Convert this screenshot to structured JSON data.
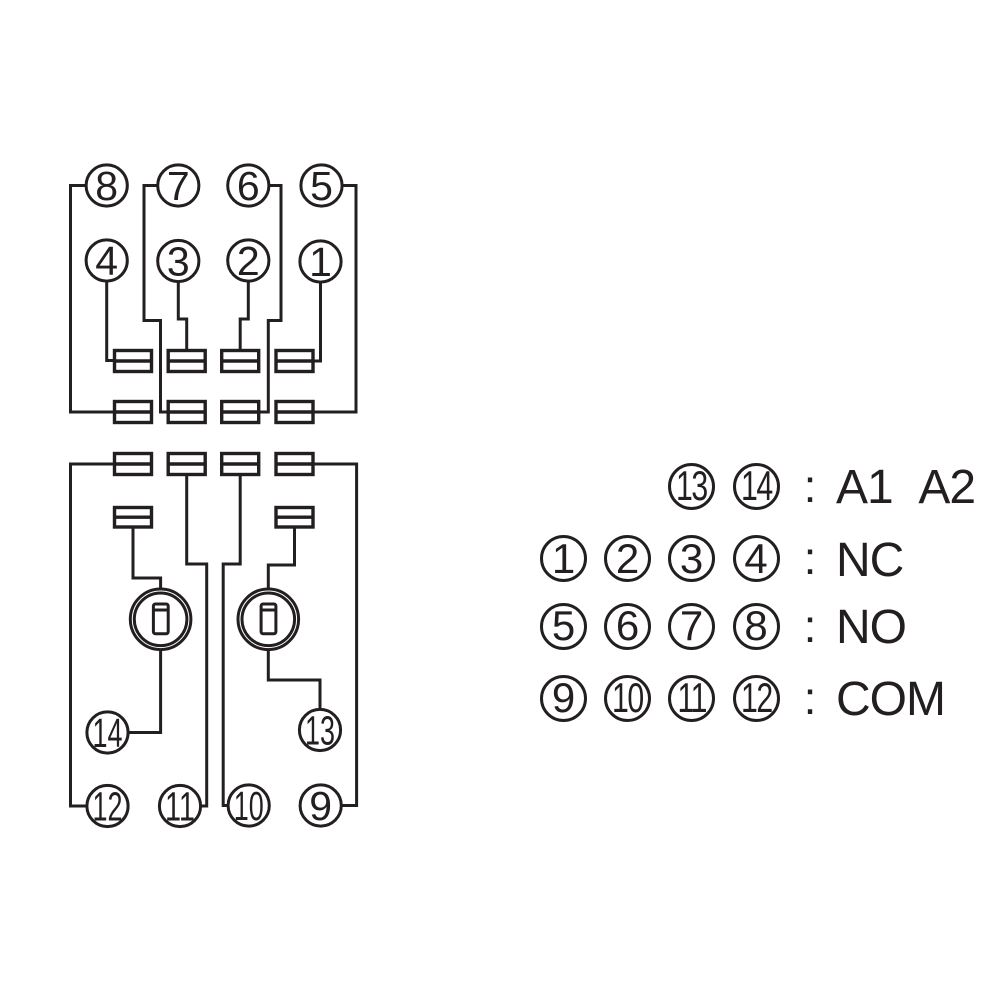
{
  "diagram": {
    "description": "relay socket internal wiring schematic",
    "line_color": "#231f20",
    "pins": [
      "8",
      "7",
      "6",
      "5",
      "4",
      "3",
      "2",
      "1",
      "14",
      "13",
      "12",
      "11",
      "10",
      "9"
    ]
  },
  "legend": {
    "separator": ":",
    "rows": [
      {
        "pins": [
          "13",
          "14"
        ],
        "label": "A1 A2"
      },
      {
        "pins": [
          "1",
          "2",
          "3",
          "4"
        ],
        "label": "NC"
      },
      {
        "pins": [
          "5",
          "6",
          "7",
          "8"
        ],
        "label": "NO"
      },
      {
        "pins": [
          "9",
          "10",
          "11",
          "12"
        ],
        "label": "COM"
      }
    ]
  }
}
